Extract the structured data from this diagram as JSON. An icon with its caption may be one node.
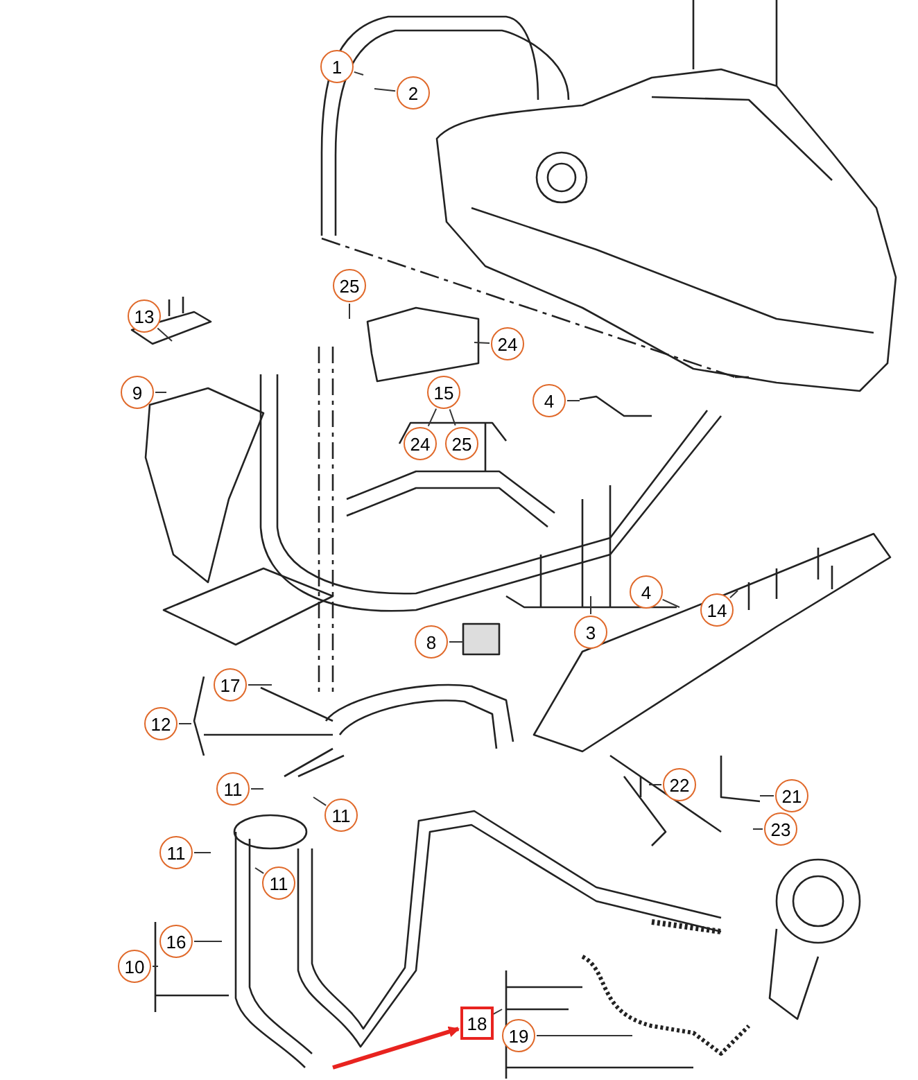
{
  "diagram": {
    "nodes": [
      {
        "text": [
          "1"
        ]
      },
      {
        "text": [
          "2"
        ]
      },
      {
        "text": [
          "25"
        ]
      },
      {
        "text": [
          "13"
        ]
      },
      {
        "text": [
          "24"
        ]
      },
      {
        "text": [
          "9"
        ]
      },
      {
        "text": [
          "15"
        ]
      },
      {
        "text": [
          "24"
        ]
      },
      {
        "text": [
          "25"
        ]
      },
      {
        "text": [
          "4"
        ]
      },
      {
        "text": [
          "4"
        ]
      },
      {
        "text": [
          "3"
        ]
      },
      {
        "text": [
          "8"
        ]
      },
      {
        "text": [
          "14"
        ]
      },
      {
        "text": [
          "17"
        ]
      },
      {
        "text": [
          "12"
        ]
      },
      {
        "text": [
          "11"
        ]
      },
      {
        "text": [
          "11"
        ]
      },
      {
        "text": [
          "11"
        ]
      },
      {
        "text": [
          "11"
        ]
      },
      {
        "text": [
          "22"
        ]
      },
      {
        "text": [
          "21"
        ]
      },
      {
        "text": [
          "23"
        ]
      },
      {
        "text": [
          "16"
        ]
      },
      {
        "text": [
          "10"
        ]
      },
      {
        "text": [
          "18"
        ]
      },
      {
        "text": [
          "19"
        ]
      }
    ],
    "edges": [
      {
        "from": 0,
        "to": null,
        "arrow": "none"
      },
      {
        "from": 1,
        "to": null,
        "arrow": "none"
      },
      {
        "from": 2,
        "to": null,
        "arrow": "none"
      },
      {
        "from": 3,
        "to": null,
        "arrow": "none"
      },
      {
        "from": 4,
        "to": null,
        "arrow": "none"
      },
      {
        "from": 5,
        "to": null,
        "arrow": "none"
      },
      {
        "from": 6,
        "to": 7,
        "arrow": "none"
      },
      {
        "from": 6,
        "to": 8,
        "arrow": "none"
      },
      {
        "from": 9,
        "to": null,
        "arrow": "none"
      },
      {
        "from": 10,
        "to": null,
        "arrow": "none"
      },
      {
        "from": 11,
        "to": null,
        "arrow": "none"
      },
      {
        "from": 12,
        "to": null,
        "arrow": "none"
      },
      {
        "from": 13,
        "to": null,
        "arrow": "none"
      },
      {
        "from": 14,
        "to": null,
        "arrow": "none"
      },
      {
        "from": 15,
        "to": null,
        "arrow": "none"
      },
      {
        "from": 16,
        "to": null,
        "arrow": "none"
      },
      {
        "from": 17,
        "to": null,
        "arrow": "none"
      },
      {
        "from": 18,
        "to": null,
        "arrow": "none"
      },
      {
        "from": 19,
        "to": null,
        "arrow": "none"
      },
      {
        "from": 20,
        "to": null,
        "arrow": "none"
      },
      {
        "from": 21,
        "to": null,
        "arrow": "none"
      },
      {
        "from": 22,
        "to": null,
        "arrow": "none"
      },
      {
        "from": 23,
        "to": null,
        "arrow": "none"
      },
      {
        "from": 24,
        "to": null,
        "arrow": "none"
      },
      {
        "from": 25,
        "to": null,
        "arrow": "none"
      },
      {
        "from": 26,
        "to": null,
        "arrow": "none"
      },
      {
        "from": null,
        "to": 25,
        "arrow": "to",
        "style": "thick",
        "color": "#e8231f"
      }
    ]
  }
}
